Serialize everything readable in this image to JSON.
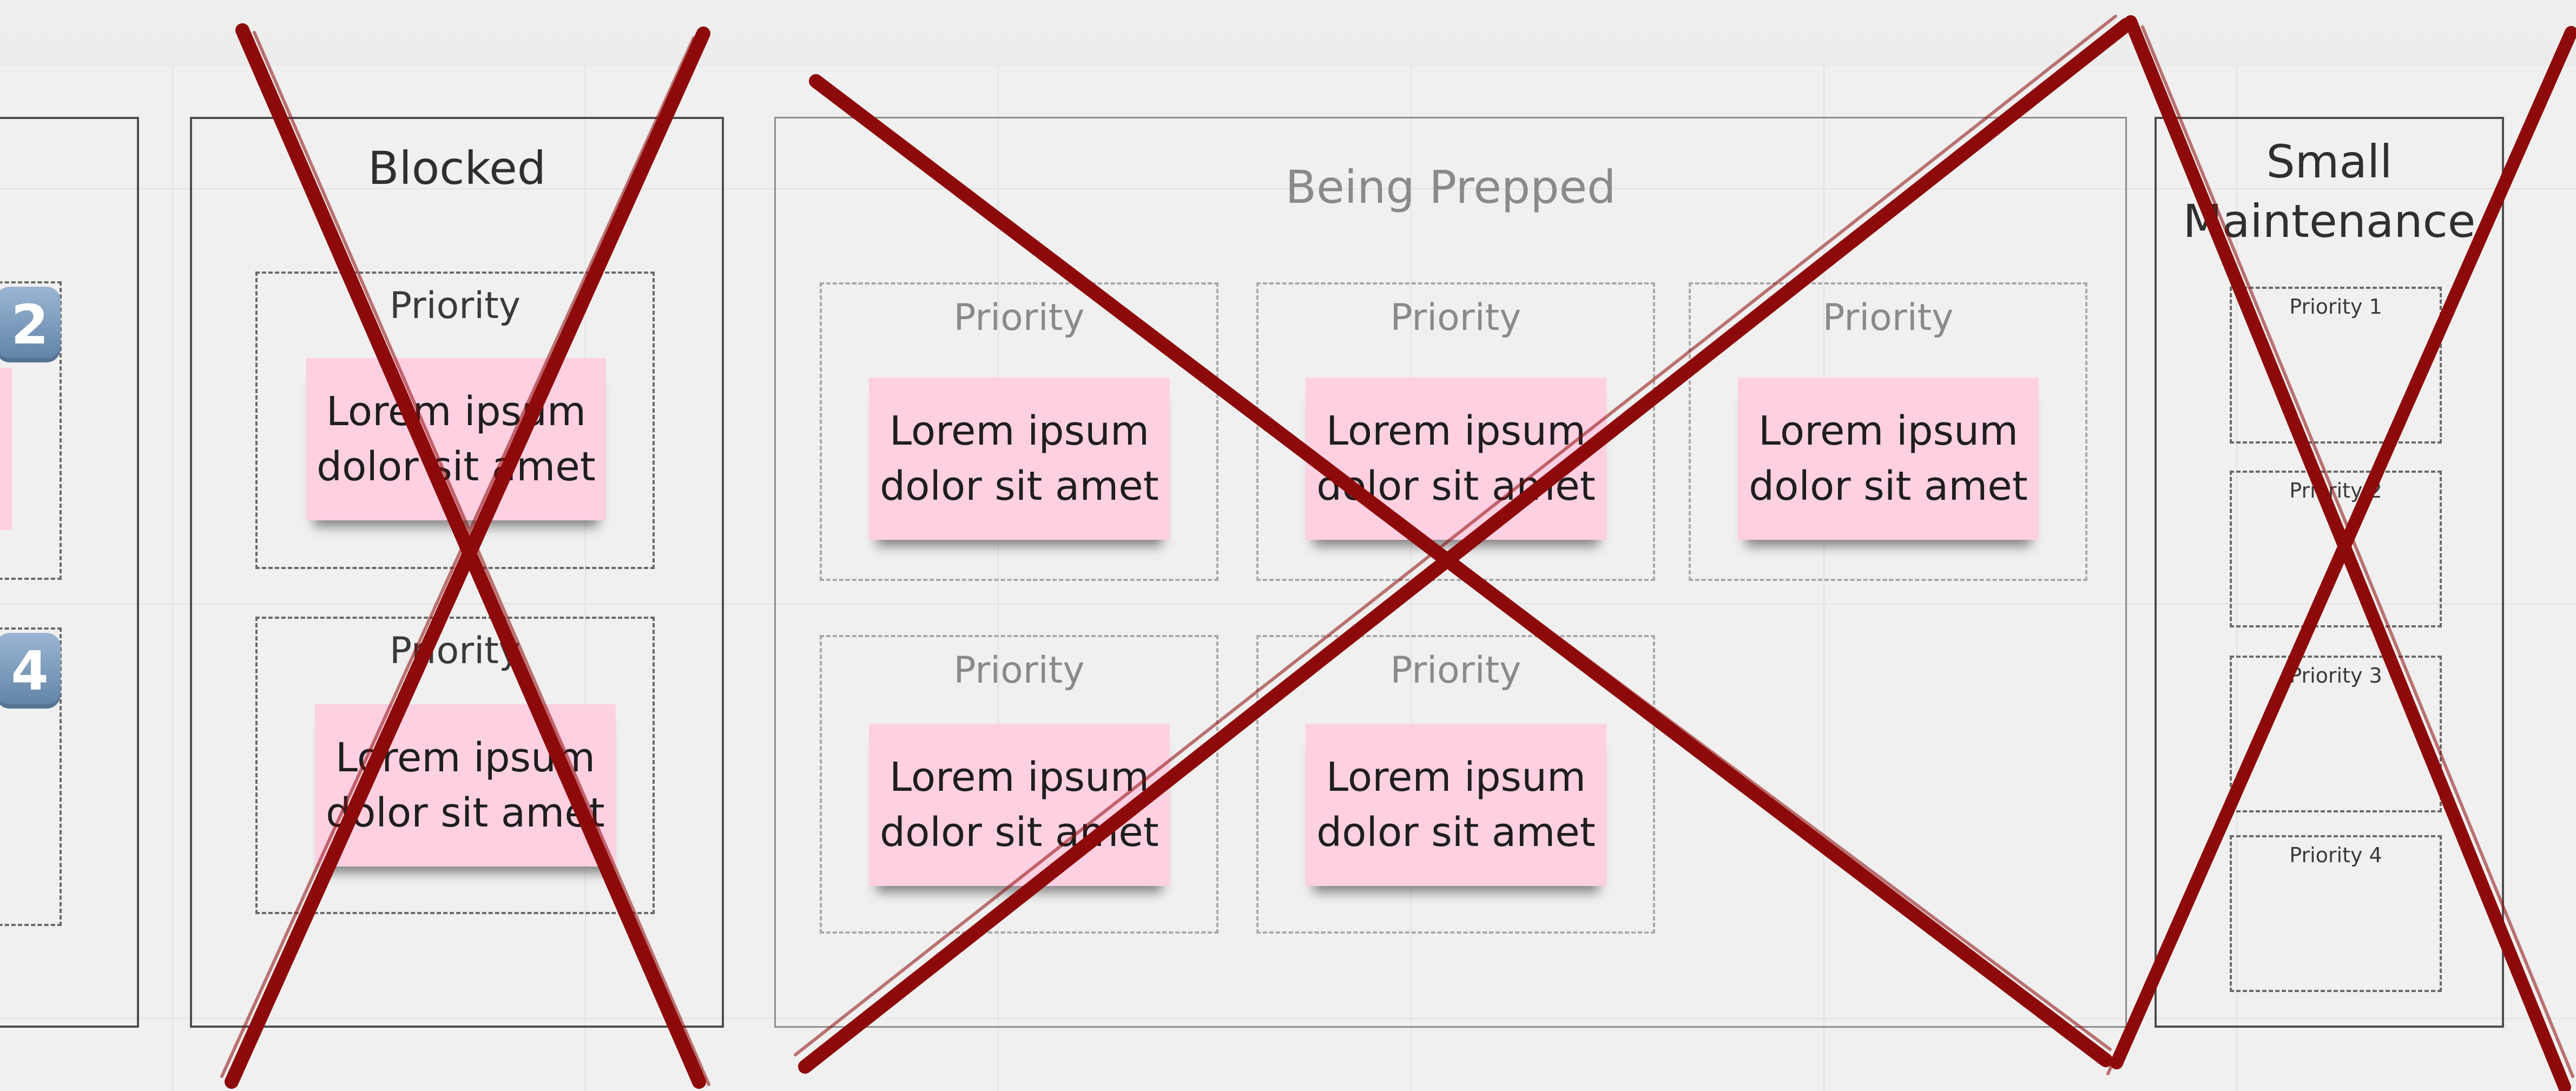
{
  "left_partial": {
    "badges": [
      "2",
      "4"
    ]
  },
  "columns": {
    "blocked": {
      "title": "Blocked",
      "zones": [
        {
          "label": "Priority",
          "note": "Lorem ipsum dolor sit amet"
        },
        {
          "label": "Priority",
          "note": "Lorem ipsum dolor sit amet"
        }
      ]
    },
    "being_prepped": {
      "title": "Being Prepped",
      "zones": [
        {
          "label": "Priority",
          "note": "Lorem ipsum dolor sit amet"
        },
        {
          "label": "Priority",
          "note": "Lorem ipsum dolor sit amet"
        },
        {
          "label": "Priority",
          "note": "Lorem ipsum dolor sit amet"
        },
        {
          "label": "Priority",
          "note": "Lorem ipsum dolor sit amet"
        },
        {
          "label": "Priority",
          "note": "Lorem ipsum dolor sit amet"
        }
      ]
    },
    "small_maintenance": {
      "title": "Small Maintenance",
      "zones": [
        {
          "label": "Priority 1"
        },
        {
          "label": "Priority 2"
        },
        {
          "label": "Priority 3"
        },
        {
          "label": "Priority 4"
        }
      ]
    }
  },
  "colors": {
    "sticky": "#ffd0e2",
    "cross": "#8e0a0a",
    "frame_border": "#4d4d4d",
    "badge": "#6f8fb2"
  },
  "icons": [
    "number-badge-icon",
    "cross-out-mark-icon"
  ]
}
